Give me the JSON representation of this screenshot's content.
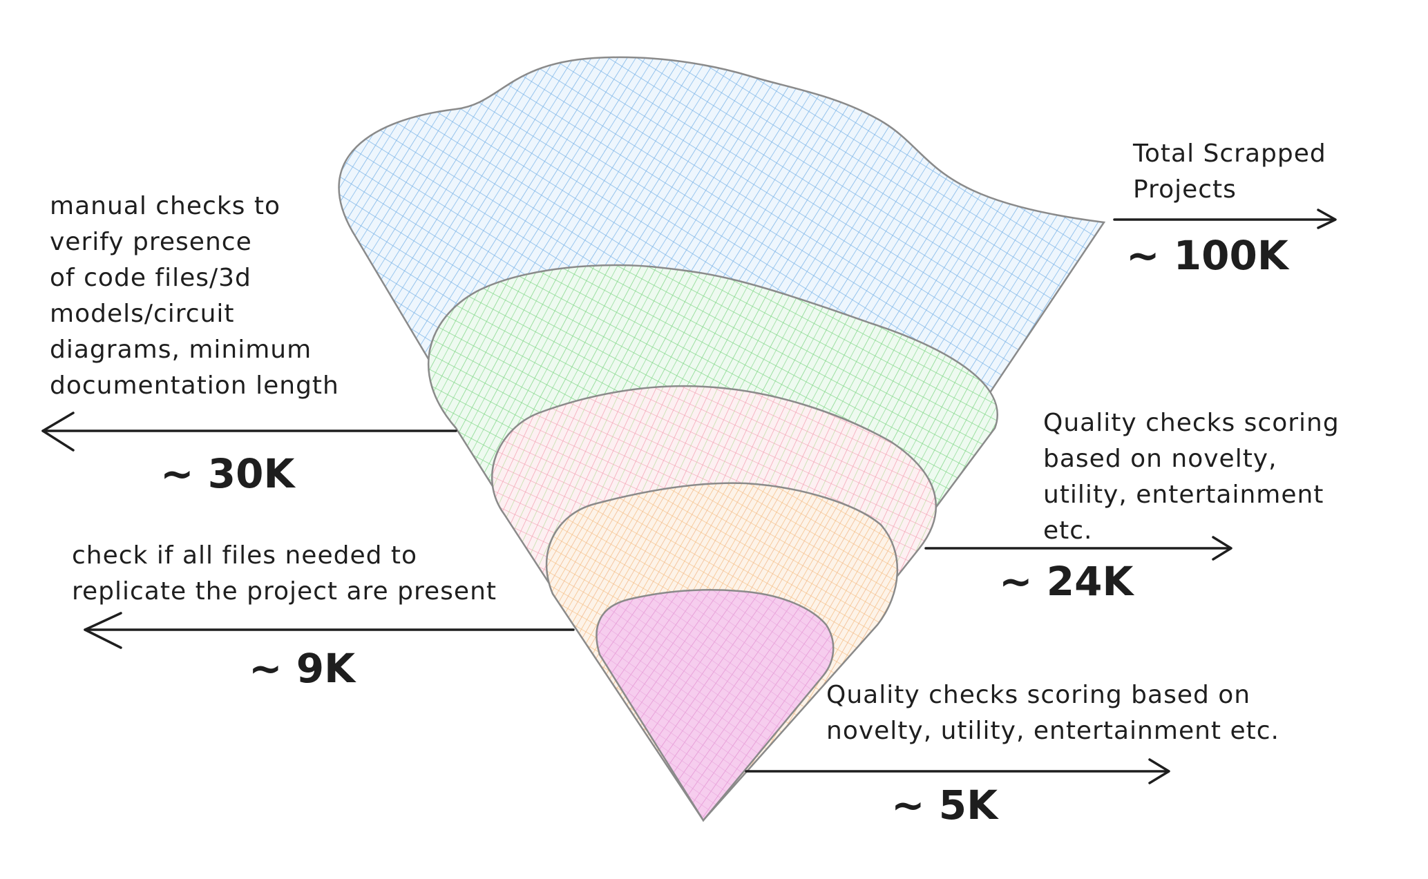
{
  "stages": [
    {
      "id": "total",
      "description": [
        "Total Scrapped",
        "Projects"
      ],
      "count": "~ 100K",
      "color": "#7fb6e8"
    },
    {
      "id": "manual",
      "description": [
        "manual checks to",
        "verify presence",
        "of code files/3d",
        "models/circuit",
        "diagrams, minimum",
        "documentation length"
      ],
      "count": "~ 30K",
      "color": "#86d98c"
    },
    {
      "id": "quality1",
      "description": [
        "Quality checks scoring",
        "based on novelty,",
        "utility, entertainment",
        "etc."
      ],
      "count": "~ 24K",
      "color": "#f4a3b4"
    },
    {
      "id": "files",
      "description": [
        "check if all files needed to",
        "replicate the project are present"
      ],
      "count": "~ 9K",
      "color": "#f6bf86"
    },
    {
      "id": "quality2",
      "description": [
        "Quality checks scoring based on",
        "novelty, utility, entertainment etc."
      ],
      "count": "~ 5K",
      "color": "#ee9bd8"
    }
  ]
}
